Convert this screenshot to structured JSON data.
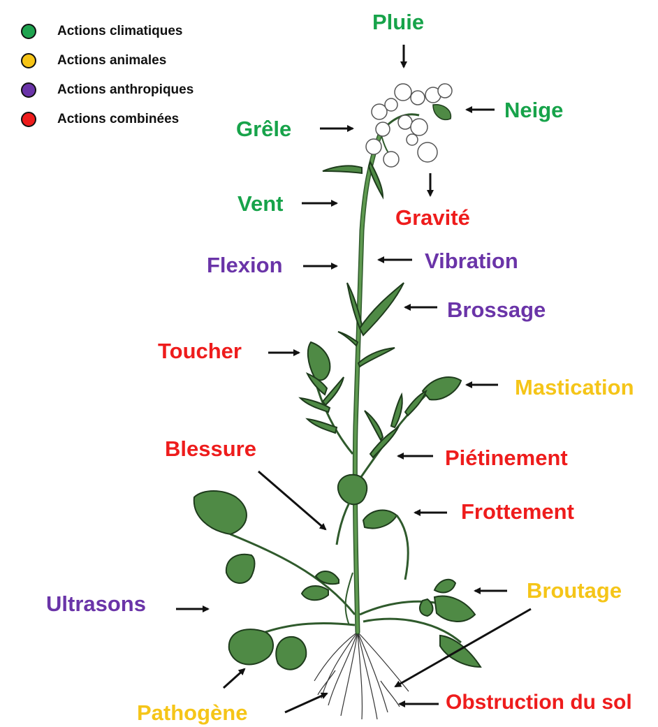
{
  "legend": {
    "items": [
      {
        "label": "Actions climatiques",
        "color": "#1fa34f"
      },
      {
        "label": "Actions animales",
        "color": "#f6c416"
      },
      {
        "label": "Actions anthropiques",
        "color": "#6a34a8"
      },
      {
        "label": "Actions combinées",
        "color": "#ee1c1c"
      }
    ]
  },
  "labels": {
    "pluie": "Pluie",
    "neige": "Neige",
    "grele": "Grêle",
    "gravite": "Gravité",
    "vent": "Vent",
    "flexion": "Flexion",
    "vibration": "Vibration",
    "brossage": "Brossage",
    "toucher": "Toucher",
    "mastication": "Mastication",
    "blessure": "Blessure",
    "pietinement": "Piétinement",
    "frottement": "Frottement",
    "ultrasons": "Ultrasons",
    "broutage": "Broutage",
    "pathogene": "Pathogène",
    "obstruction": "Obstruction du sol"
  }
}
